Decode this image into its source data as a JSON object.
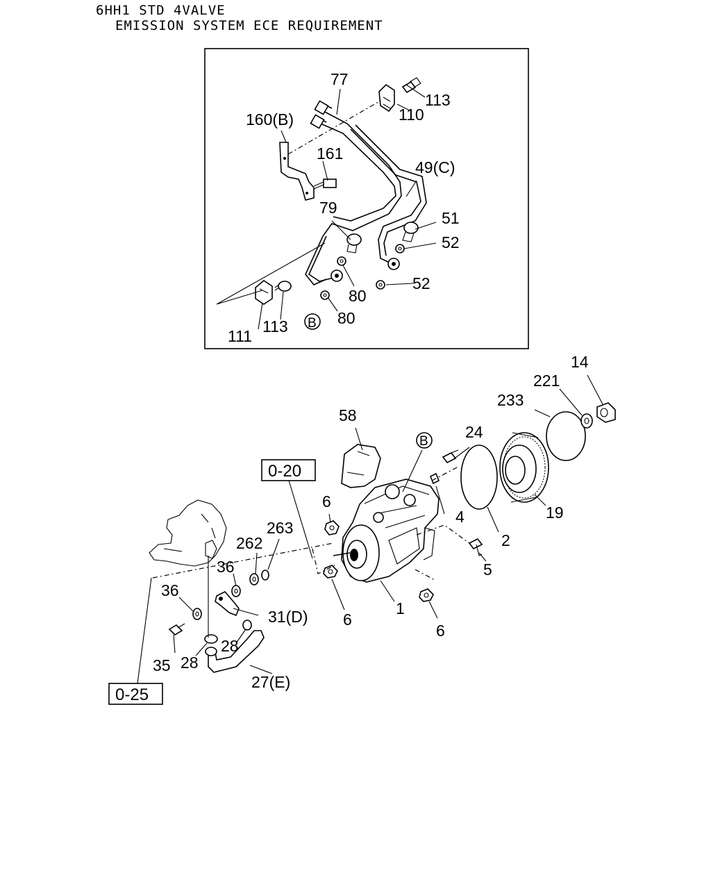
{
  "header": {
    "line1": "6HH1 STD 4VALVE",
    "line2": "EMISSION SYSTEM ECE REQUIREMENT"
  },
  "detail_box": {
    "labels": {
      "p77": "77",
      "p113a": "113",
      "p110": "110",
      "p160b": "160(B)",
      "p161": "161",
      "p49c": "49(C)",
      "p79": "79",
      "p51": "51",
      "p52a": "52",
      "p52b": "52",
      "p80a": "80",
      "p80b": "80",
      "p111": "111",
      "p113b": "113",
      "circle_b": "B"
    }
  },
  "main": {
    "refs": {
      "r020": "0-20",
      "r025": "0-25"
    },
    "labels": {
      "p14": "14",
      "p221": "221",
      "p233": "233",
      "p58": "58",
      "p24": "24",
      "circle_b": "B",
      "p6a": "6",
      "p263": "263",
      "p262": "262",
      "p4": "4",
      "p2": "2",
      "p19": "19",
      "p36a": "36",
      "p36b": "36",
      "p5": "5",
      "p1": "1",
      "p6b": "6",
      "p6c": "6",
      "p31d": "31(D)",
      "p28a": "28",
      "p28b": "28",
      "p35": "35",
      "p27e": "27(E)"
    }
  }
}
